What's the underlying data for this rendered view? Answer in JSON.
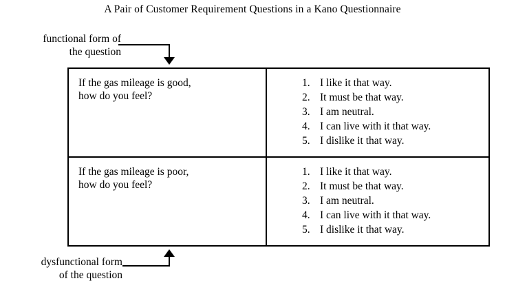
{
  "figure": {
    "title": "A Pair of Customer Requirement Questions in a Kano Questionnaire"
  },
  "annotations": {
    "functional": {
      "line1": "functional form of",
      "line2": "the question",
      "arrow_direction": "down",
      "arrow_icon": "arrow-down-icon"
    },
    "dysfunctional": {
      "line1": "dysfunctional form",
      "line2": "of the question",
      "arrow_direction": "up",
      "arrow_icon": "arrow-up-icon"
    }
  },
  "table": {
    "border_color": "#000000",
    "background": "#ffffff",
    "rows": [
      {
        "form": "functional",
        "question": {
          "line1": "If the gas mileage is good,",
          "line2": "how do you feel?"
        },
        "answers": [
          {
            "num": "1.",
            "text": "I like it that way."
          },
          {
            "num": "2.",
            "text": "It must be that way."
          },
          {
            "num": "3.",
            "text": "I am neutral."
          },
          {
            "num": "4.",
            "text": "I can live with it that way."
          },
          {
            "num": "5.",
            "text": "I dislike it that way."
          }
        ]
      },
      {
        "form": "dysfunctional",
        "question": {
          "line1": "If the gas mileage is poor,",
          "line2": "how do you feel?"
        },
        "answers": [
          {
            "num": "1.",
            "text": "I like it that way."
          },
          {
            "num": "2.",
            "text": "It must be that way."
          },
          {
            "num": "3.",
            "text": "I am neutral."
          },
          {
            "num": "4.",
            "text": "I can live with it that way."
          },
          {
            "num": "5.",
            "text": "I dislike it that way."
          }
        ]
      }
    ]
  }
}
